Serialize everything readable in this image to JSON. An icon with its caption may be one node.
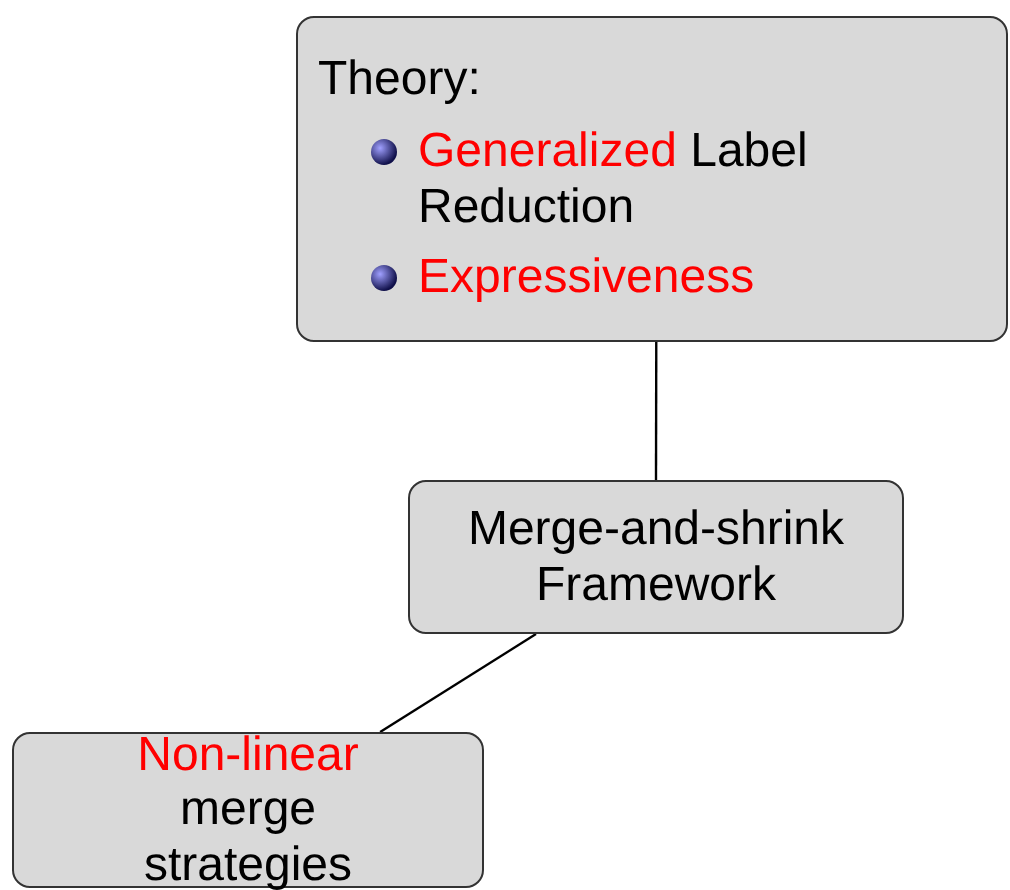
{
  "diagram": {
    "nodes": [
      {
        "text": [
          "Theory:",
          "**Generalized** Label Reduction",
          "**Expressiveness**"
        ]
      },
      {
        "text": [
          "Merge-and-shrink Framework"
        ]
      },
      {
        "text": [
          "**Non-linear** merge strategies"
        ]
      }
    ],
    "edges": [
      {
        "from": 0,
        "to": 1,
        "arrow": "none"
      },
      {
        "from": 1,
        "to": 2,
        "arrow": "none"
      }
    ]
  }
}
